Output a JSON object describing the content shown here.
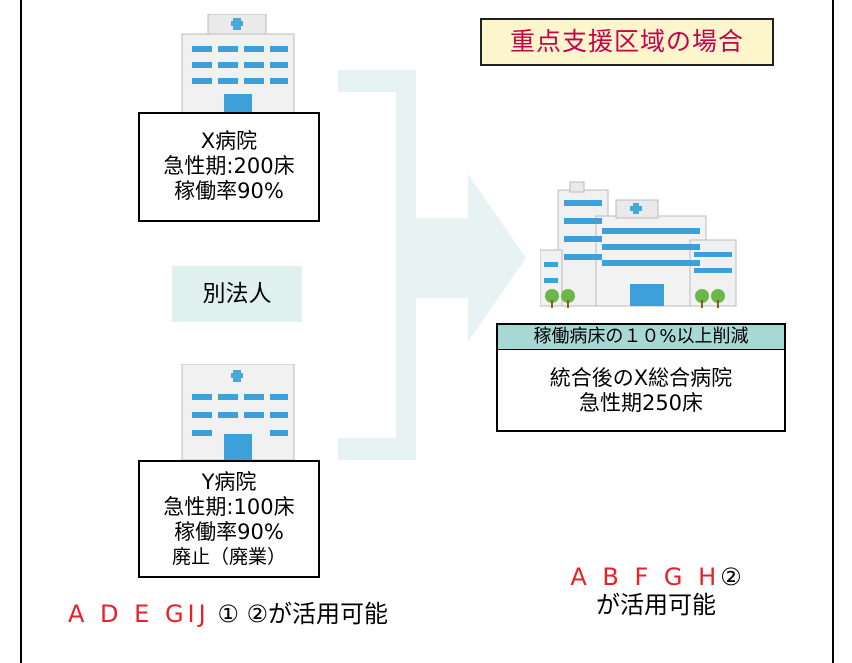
{
  "badge": "重点支援区域の場合",
  "hospital_x": {
    "name": "X病院",
    "beds": "急性期:200床",
    "rate": "稼働率90%"
  },
  "hospital_y": {
    "name": "Y病院",
    "beds": "急性期:100床",
    "rate": "稼働率90%",
    "status": "廃止（廃業）"
  },
  "separate_corp": "別法人",
  "merged": {
    "reduction": "稼働病床の１０%以上削減",
    "name": "統合後のX総合病院",
    "beds": "急性期250床"
  },
  "left_caption": {
    "letters": "A D E GIJ",
    "rest": "① ②が活用可能"
  },
  "right_caption": {
    "letters": "A B F G H",
    "mark": "②",
    "rest": "が活用可能"
  },
  "colors": {
    "arrow": "#e6f3f2",
    "accent_red": "#e8202a",
    "badge_text": "#c8004a",
    "badge_bg": "#fdf6cc",
    "teal": "#a8d8d3"
  }
}
